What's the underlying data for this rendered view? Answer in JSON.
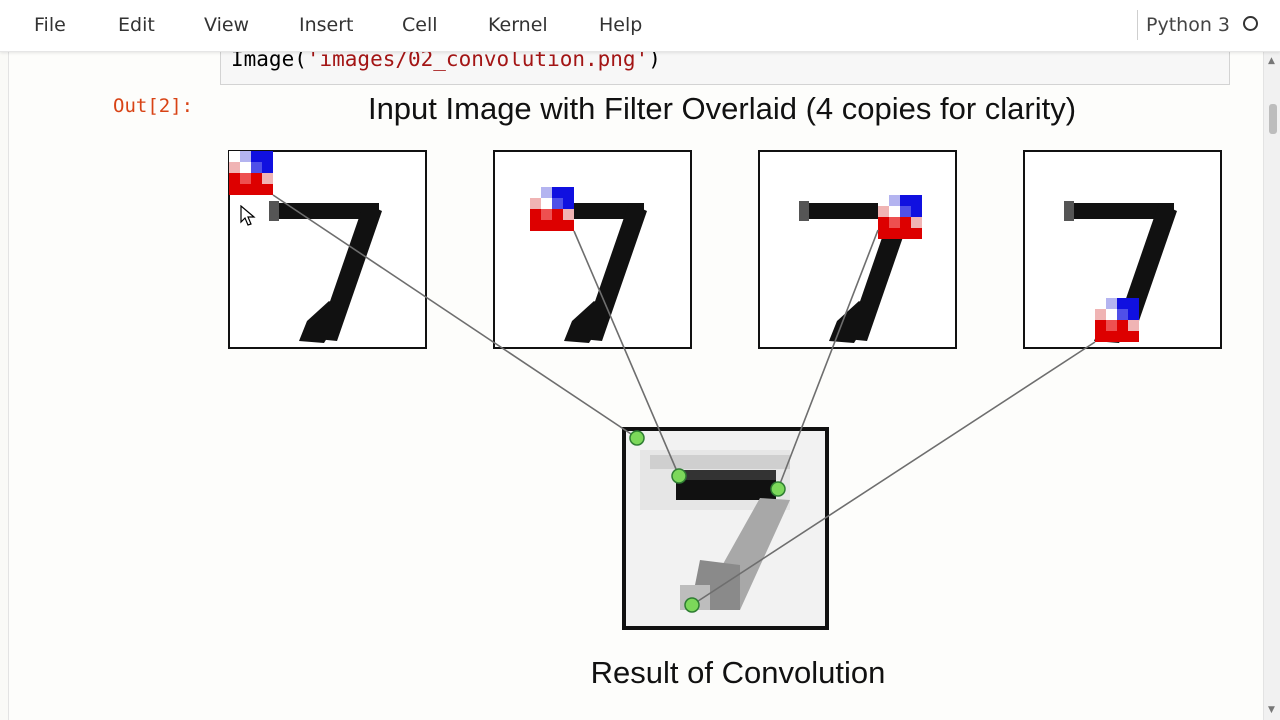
{
  "menubar": {
    "items": [
      "File",
      "Edit",
      "View",
      "Insert",
      "Cell",
      "Kernel",
      "Help"
    ],
    "kernel_name": "Python 3"
  },
  "cell": {
    "code_func": "Image(",
    "code_string": "'images/02_convolution.png'",
    "code_close": ")",
    "out_prompt": "Out[2]:"
  },
  "figure": {
    "title": "Input Image with Filter Overlaid (4 copies for clarity)",
    "result_label": "Result of Convolution",
    "colors": {
      "filter_red": "#dd0000",
      "filter_blue": "#1010e0",
      "filter_light_blue": "#b4b4f0",
      "match_marker": "#7cd85a",
      "connector": "#6e6e6e"
    }
  }
}
